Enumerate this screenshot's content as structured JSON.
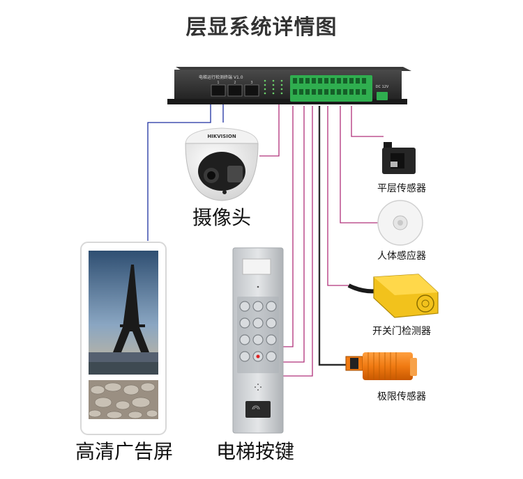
{
  "title": "层显系统详情图",
  "controller": {
    "label": "电梯运行检测终端 V1.0",
    "port_numbers": [
      "1",
      "2",
      "3"
    ],
    "power_label": "DC 12V"
  },
  "camera": {
    "brand": "HIKVISION",
    "label": "摄像头"
  },
  "screen": {
    "label": "高清广告屏"
  },
  "buttons": {
    "label": "电梯按键"
  },
  "sensors": [
    {
      "label": "平层传感器"
    },
    {
      "label": "人体感应器"
    },
    {
      "label": "开关门检测器"
    },
    {
      "label": "极限传感器"
    }
  ],
  "colors": {
    "wire_blue": "#1c2fa0",
    "wire_pink": "#b0307a",
    "terminal_green": "#2fae4f",
    "device_dark": "#2e2e2e",
    "sensor_orange": "#f07a12",
    "sensor_yellow": "#f2c21c"
  }
}
